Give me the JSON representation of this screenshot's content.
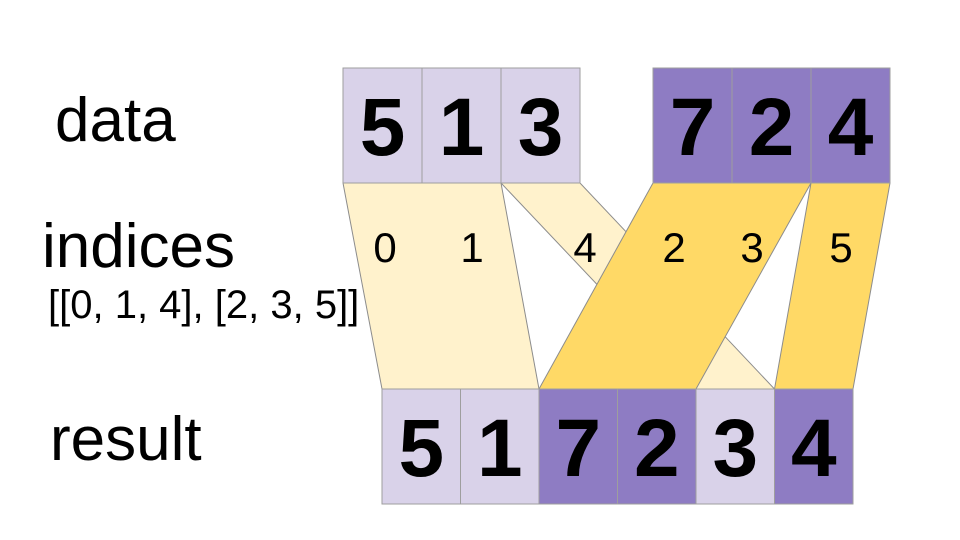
{
  "labels": {
    "data": "data",
    "indices": "indices",
    "indices_value": "[[0, 1, 4], [2, 3, 5]]",
    "result": "result"
  },
  "data_row": {
    "group1": {
      "color": "#D9D2E9",
      "values": [
        "5",
        "1",
        "3"
      ]
    },
    "group2": {
      "color": "#8E7CC3",
      "values": [
        "7",
        "2",
        "4"
      ]
    }
  },
  "indices_row": {
    "group1": {
      "color": "#FFF2CC",
      "values": [
        "0",
        "1",
        "4"
      ]
    },
    "group2": {
      "color": "#FFD966",
      "values": [
        "2",
        "3",
        "5"
      ]
    }
  },
  "result_row": {
    "values": [
      "5",
      "1",
      "7",
      "2",
      "3",
      "4"
    ],
    "source_groups": [
      "group1",
      "group1",
      "group2",
      "group2",
      "group1",
      "group2"
    ]
  },
  "colors": {
    "light_purple": "#D9D2E9",
    "dark_purple": "#8E7CC3",
    "cream": "#FFF2CC",
    "gold": "#FFD966",
    "outline": "#8C8C8C",
    "background": "#FFFFFF",
    "text": "#000000"
  }
}
